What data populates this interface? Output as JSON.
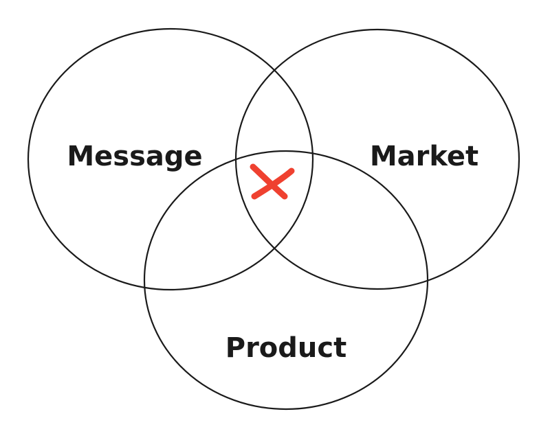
{
  "diagram": {
    "type": "venn",
    "sets": [
      {
        "id": "message",
        "label": "Message"
      },
      {
        "id": "market",
        "label": "Market"
      },
      {
        "id": "product",
        "label": "Product"
      }
    ],
    "center_mark": {
      "icon": "x-mark-icon",
      "region": "message-market-product intersection"
    }
  },
  "colors": {
    "background": "#ffffff",
    "outline": "#1a1a1a",
    "label_text": "#1a1a1a",
    "accent_mark": "#ef4130"
  }
}
